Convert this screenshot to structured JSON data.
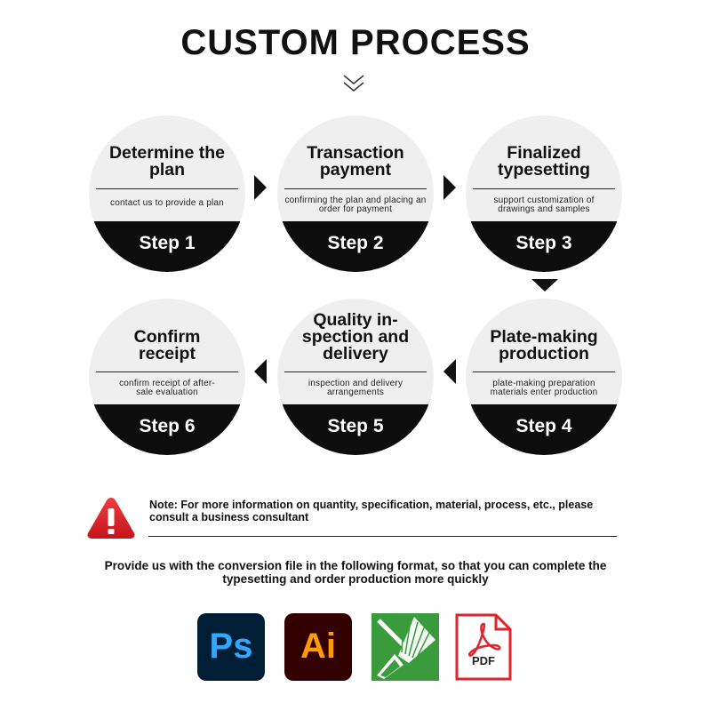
{
  "header": {
    "title": "CUSTOM PROCESS"
  },
  "steps": [
    {
      "title": "Determine the plan",
      "desc": "contact us to provide a plan",
      "label": "Step 1"
    },
    {
      "title": "Transaction payment",
      "desc": "confirming the plan and placing an order for payment",
      "label": "Step 2"
    },
    {
      "title": "Finalized typesetting",
      "desc": "support customization of drawings and samples",
      "label": "Step 3"
    },
    {
      "title": "Plate-making production",
      "desc": "plate-making preparation materials enter production",
      "label": "Step 4"
    },
    {
      "title": "Quality in-spection and delivery",
      "desc": "inspection and delivery arrangements",
      "label": "Step 5"
    },
    {
      "title": "Confirm receipt",
      "desc": "confirm receipt of after-sale evaluation",
      "label": "Step 6"
    }
  ],
  "note": {
    "text": "Note: For more information on quantity, specification, material, process, etc., please consult a business consultant"
  },
  "formats": {
    "intro": "Provide us with the conversion file in the following format, so that you can complete the typesetting and order production more quickly",
    "ps": "Ps",
    "ai": "Ai",
    "pdf": "PDF"
  },
  "colors": {
    "dark": "#0d0d0d",
    "circle_bg": "#efefef",
    "warning": "#d7262b",
    "ps_bg": "#001e36",
    "ps_fg": "#31a8ff",
    "ai_bg": "#330000",
    "ai_fg": "#ff9a00",
    "coreldraw": "#3a9b3c",
    "pdf_red": "#e0242b"
  },
  "icons": [
    "chevron-double-down-icon",
    "arrow-right-icon",
    "arrow-left-icon",
    "arrow-down-icon",
    "warning-icon",
    "photoshop-icon",
    "illustrator-icon",
    "coreldraw-icon",
    "pdf-icon"
  ]
}
